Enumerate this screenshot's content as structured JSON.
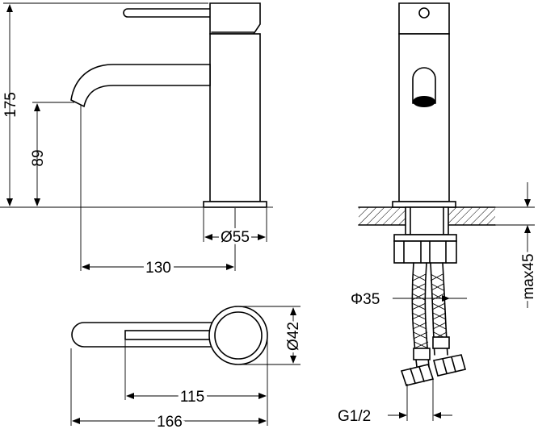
{
  "dimensions": {
    "total_height": "175",
    "spout_height": "89",
    "base_diameter": "Ø55",
    "spout_reach": "130",
    "body_diameter": "Ø42",
    "handle_to_body": "115",
    "overall_length": "166",
    "hole_diameter": "Φ35",
    "max_counter_thickness": "max45",
    "connection_thread": "G1/2"
  },
  "colors": {
    "line": "#000000",
    "background": "#ffffff"
  }
}
